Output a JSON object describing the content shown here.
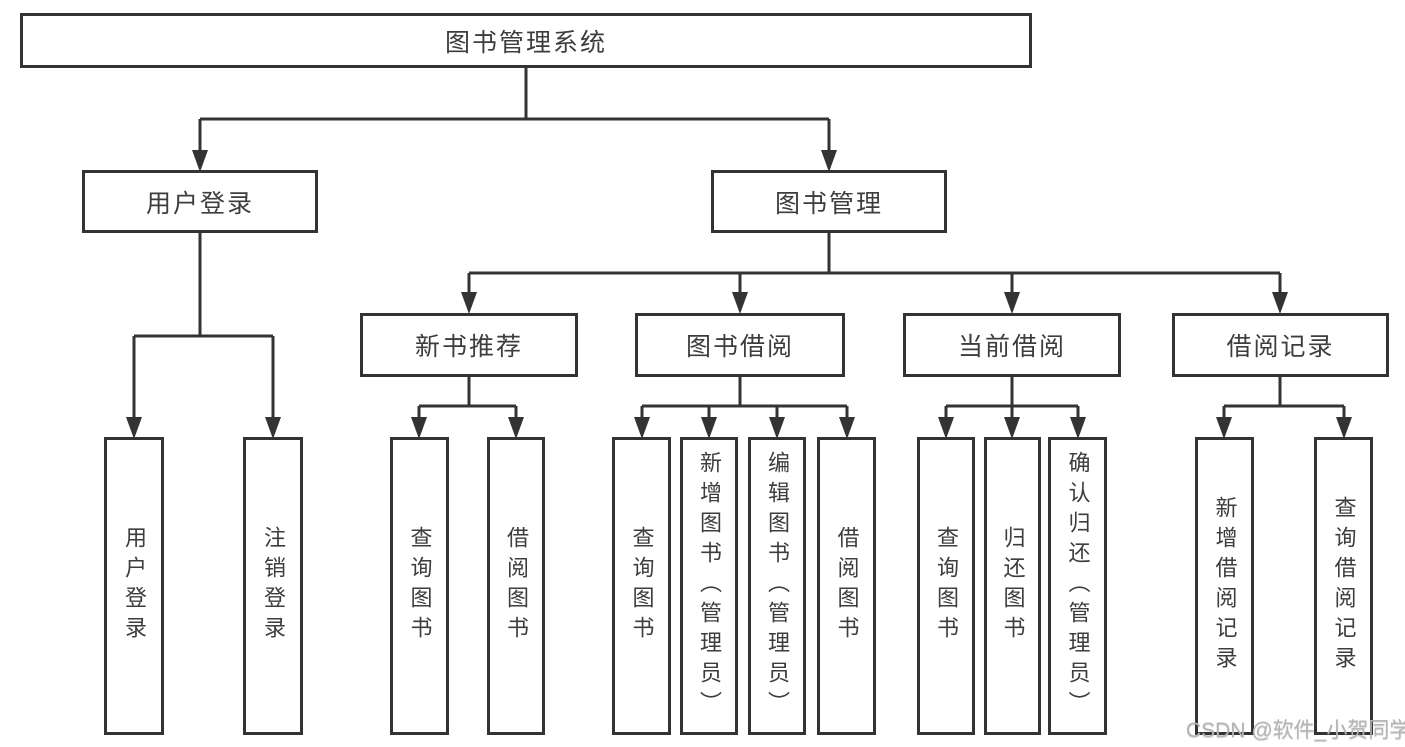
{
  "diagram": {
    "root": {
      "label": "图书管理系统"
    },
    "branches": [
      {
        "label": "用户登录",
        "children": [
          "用户登录",
          "注销登录"
        ]
      },
      {
        "label": "图书管理",
        "groups": [
          {
            "label": "新书推荐",
            "children": [
              "查询图书",
              "借阅图书"
            ]
          },
          {
            "label": "图书借阅",
            "children": [
              "查询图书",
              "新增图书（管理员）",
              "编辑图书（管理员）",
              "借阅图书"
            ]
          },
          {
            "label": "当前借阅",
            "children": [
              "查询图书",
              "归还图书",
              "确认归还（管理员）"
            ]
          },
          {
            "label": "借阅记录",
            "children": [
              "新增借阅记录",
              "查询借阅记录"
            ]
          }
        ]
      }
    ]
  },
  "watermark": {
    "text": "CSDN @软件_小贺同学"
  },
  "colors": {
    "line": "#333333",
    "text": "#3d3d3d",
    "watermark": "#b4b4b4",
    "background": "#ffffff"
  }
}
